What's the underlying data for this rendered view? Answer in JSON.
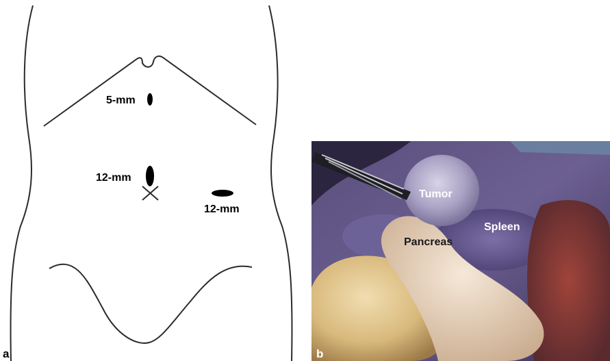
{
  "panel_a": {
    "letter": "a",
    "ports": [
      {
        "label": "5-mm"
      },
      {
        "label": "12-mm"
      },
      {
        "label": "12-mm"
      }
    ]
  },
  "panel_b": {
    "letter": "b",
    "labels": {
      "tumor": "Tumor",
      "spleen": "Spleen",
      "pancreas": "Pancreas"
    }
  },
  "colors": {
    "outline": "#2b2b2b",
    "port": "#000000",
    "photo_label": "#ffffff",
    "pancreas_label": "#1a1a1a"
  }
}
